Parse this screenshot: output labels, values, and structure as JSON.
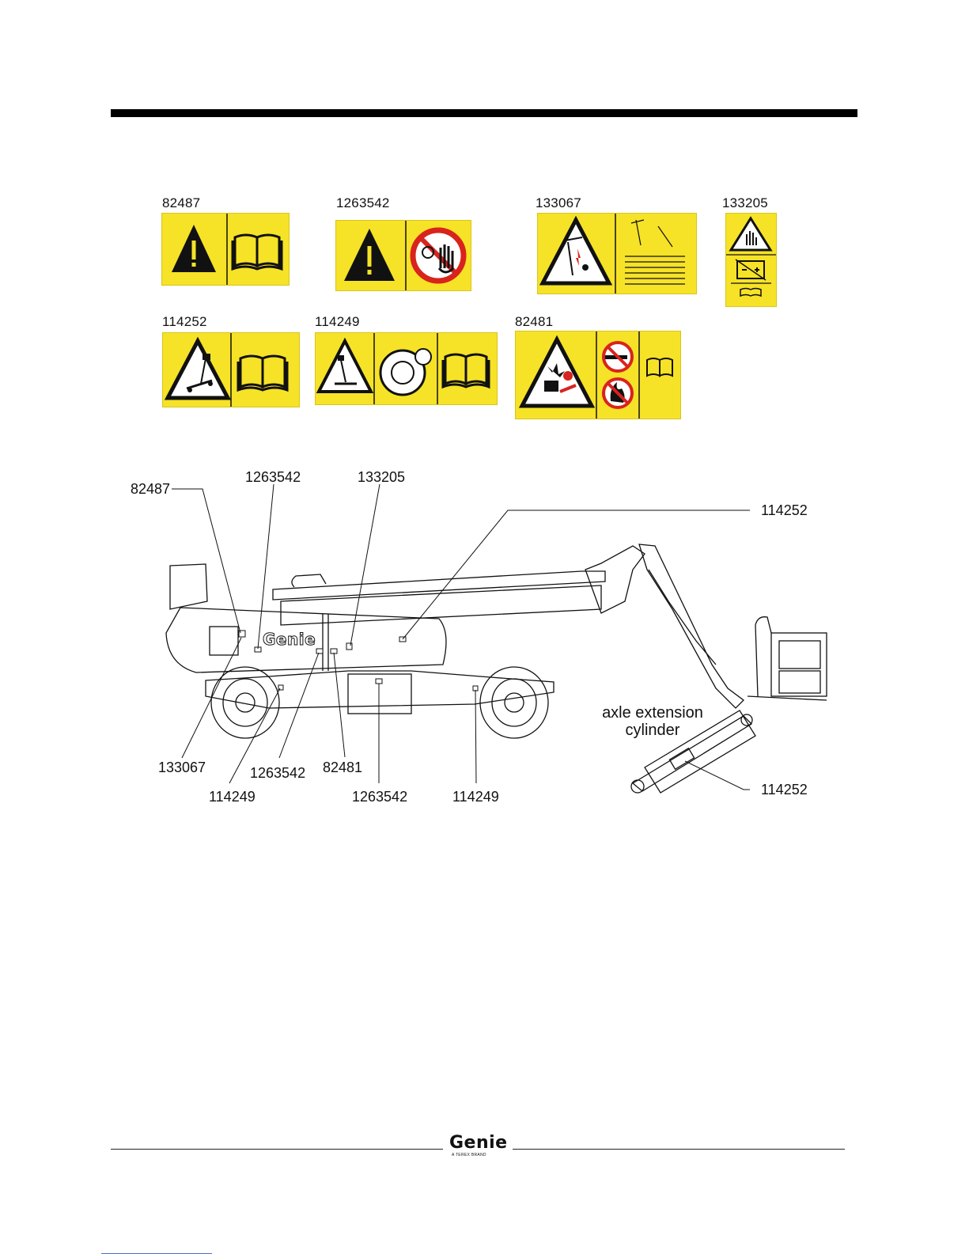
{
  "decals": [
    {
      "code": "82487"
    },
    {
      "code": "1263542"
    },
    {
      "code": "133067"
    },
    {
      "code": "133205"
    },
    {
      "code": "114252"
    },
    {
      "code": "114249"
    },
    {
      "code": "82481"
    }
  ],
  "callouts": {
    "c82487": "82487",
    "c1263542_top": "1263542",
    "c133205": "133205",
    "c114252_top": "114252",
    "c133067": "133067",
    "c114249_left": "114249",
    "c1263542_mid": "1263542",
    "c82481": "82481",
    "c1263542_bottom": "1263542",
    "c114249_right": "114249",
    "c114252_cyl": "114252"
  },
  "cylinder_title": "axle extension\ncylinder",
  "machine_brand": "Genie",
  "footer": {
    "brand": "Genie",
    "tagline": "A TEREX BRAND"
  },
  "colors": {
    "decal_yellow": "#f6e227",
    "ink": "#111111",
    "link_blue": "#4a6fc8"
  }
}
